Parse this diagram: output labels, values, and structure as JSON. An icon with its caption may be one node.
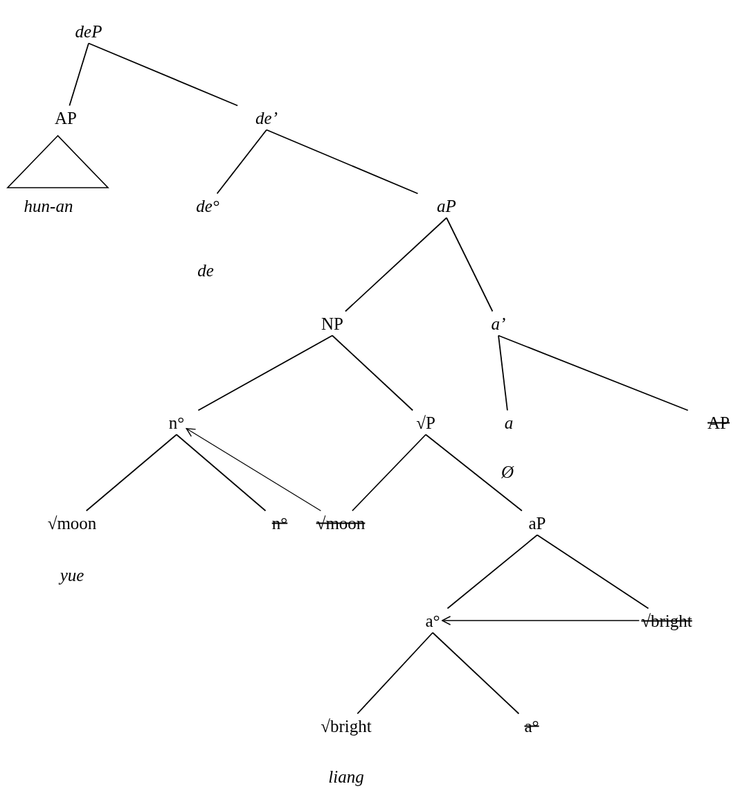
{
  "diagram": {
    "nodes": [
      {
        "text": [
          "deP"
        ]
      },
      {
        "text": [
          "AP"
        ]
      },
      {
        "text": [
          "de’"
        ]
      },
      {
        "text": [],
        "shape": "triangle"
      },
      {
        "text": [
          "hun-an"
        ]
      },
      {
        "text": [
          "de°"
        ],
        "beside": [
          "de"
        ]
      },
      {
        "text": [
          "aP"
        ]
      },
      {
        "text": [
          "NP"
        ]
      },
      {
        "text": [
          "a’"
        ]
      },
      {
        "text": [
          "n°"
        ]
      },
      {
        "text": [
          "√P"
        ]
      },
      {
        "text": [
          "a"
        ]
      },
      {
        "text": [
          "AP"
        ]
      },
      {
        "text": [
          "√moon"
        ],
        "beside": [
          "yue"
        ]
      },
      {
        "text": [
          "n°"
        ]
      },
      {
        "text": [
          "√moon"
        ]
      },
      {
        "text": [
          "aP"
        ]
      },
      {
        "text": [
          "a°"
        ]
      },
      {
        "text": [
          "√bright"
        ]
      },
      {
        "text": [
          "√bright"
        ],
        "beside": [
          "liang"
        ]
      },
      {
        "text": [
          "a°"
        ]
      }
    ],
    "edges": [
      {
        "from": 0,
        "to": 1,
        "arrow": "none"
      },
      {
        "from": 0,
        "to": 2,
        "arrow": "none"
      },
      {
        "from": 2,
        "to": 5,
        "arrow": "none"
      },
      {
        "from": 2,
        "to": 6,
        "arrow": "none"
      },
      {
        "from": 6,
        "to": 7,
        "arrow": "none"
      },
      {
        "from": 6,
        "to": 8,
        "arrow": "none"
      },
      {
        "from": 7,
        "to": 9,
        "arrow": "none"
      },
      {
        "from": 7,
        "to": 10,
        "arrow": "none"
      },
      {
        "from": 8,
        "to": 11,
        "arrow": "none"
      },
      {
        "from": 8,
        "to": 12,
        "arrow": "none"
      },
      {
        "from": 9,
        "to": 13,
        "arrow": "none"
      },
      {
        "from": 9,
        "to": 14,
        "arrow": "none"
      },
      {
        "from": 10,
        "to": 15,
        "arrow": "none"
      },
      {
        "from": 10,
        "to": 16,
        "arrow": "none",
        "label": "Ø"
      },
      {
        "from": 16,
        "to": 17,
        "arrow": "none"
      },
      {
        "from": 16,
        "to": 18,
        "arrow": "none"
      },
      {
        "from": 17,
        "to": 19,
        "arrow": "none"
      },
      {
        "from": 17,
        "to": 20,
        "arrow": "none"
      },
      {
        "from": 15,
        "to": 9,
        "arrow": "to"
      },
      {
        "from": 18,
        "to": 17,
        "arrow": "to"
      }
    ]
  }
}
